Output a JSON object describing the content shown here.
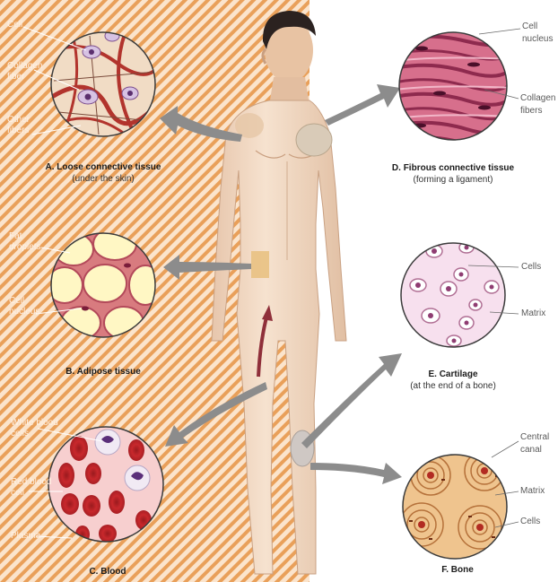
{
  "colors": {
    "stripe_a": "#e9a05a",
    "stripe_b": "#fbe4cc",
    "skin": "#f1d8c2",
    "collagen": "#b2342d",
    "fibrous": "#b23c5f",
    "fat": "#fff7c4",
    "cartilage": "#f7e0ee",
    "blood_rbc": "#c8282c",
    "bone": "#e7b37a",
    "arrow": "#8c8c8c"
  },
  "panels": {
    "loose": {
      "title": "A. Loose connective tissue",
      "subtitle": "(under the skin)",
      "labels": {
        "cell": "Cell",
        "collagen_1": "Collagen",
        "collagen_2": "fiber",
        "other_1": "Other",
        "other_2": "fibers"
      }
    },
    "adipose": {
      "title": "B. Adipose tissue",
      "labels": {
        "fat_1": "Fat",
        "fat_2": "droplets",
        "nucleus_1": "Cell",
        "nucleus_2": "nucleus"
      }
    },
    "blood": {
      "title": "C. Blood",
      "labels": {
        "wbc_1": "White blood",
        "wbc_2": "cells",
        "rbc_1": "Red blood",
        "rbc_2": "cell",
        "plasma": "Plasma"
      }
    },
    "fibrous": {
      "title": "D. Fibrous connective tissue",
      "subtitle": "(forming a ligament)",
      "labels": {
        "nucleus_1": "Cell",
        "nucleus_2": "nucleus",
        "collagen_1": "Collagen",
        "collagen_2": "fibers"
      }
    },
    "cartilage": {
      "title": "E. Cartilage",
      "subtitle": "(at the end of a bone)",
      "labels": {
        "cells": "Cells",
        "matrix": "Matrix"
      }
    },
    "bone": {
      "title": "F. Bone",
      "labels": {
        "canal_1": "Central",
        "canal_2": "canal",
        "matrix": "Matrix",
        "cells": "Cells"
      }
    }
  }
}
